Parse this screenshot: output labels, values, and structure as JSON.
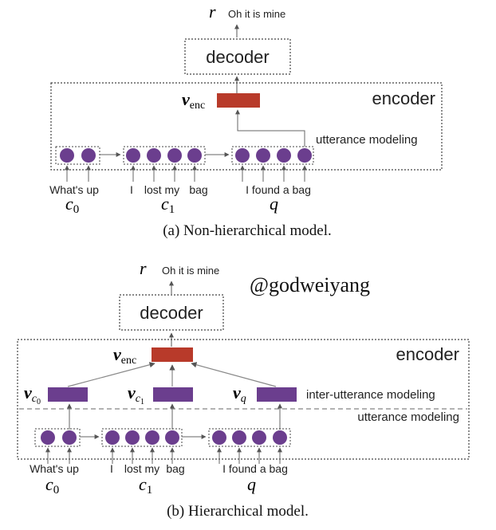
{
  "colors": {
    "token": "#6b3e8e",
    "token_stroke": "#52296f",
    "enc_red": "#b83a2a",
    "utt_purple": "#6b3e8e",
    "line": "#888888",
    "arrow": "#555555",
    "box": "#444444"
  },
  "diagram_a": {
    "response_symbol": "r",
    "response_text": "Oh it is mine",
    "decoder_label": "decoder",
    "encoder_label": "encoder",
    "venc_main": "v",
    "venc_sub": "enc",
    "utterance_modeling_label": "utterance modeling",
    "c0_words": "What's up",
    "c1_words": [
      "I",
      "lost my",
      "bag"
    ],
    "q_words": "I found a bag",
    "c0_symbol": "c",
    "c0_sub": "0",
    "c1_symbol": "c",
    "c1_sub": "1",
    "q_symbol": "q",
    "caption": "(a) Non-hierarchical model."
  },
  "diagram_b": {
    "response_symbol": "r",
    "response_text": "Oh it is mine",
    "watermark": "@godweiyang",
    "decoder_label": "decoder",
    "encoder_label": "encoder",
    "venc_main": "v",
    "venc_sub": "enc",
    "vc0_main": "v",
    "vc0_sub": "c",
    "vc0_subsub": "0",
    "vc1_main": "v",
    "vc1_sub": "c",
    "vc1_subsub": "1",
    "vq_main": "v",
    "vq_sub": "q",
    "inter_label": "inter-utterance modeling",
    "utterance_modeling_label": "utterance modeling",
    "c0_words": "What's up",
    "c1_words": [
      "I",
      "lost my",
      "bag"
    ],
    "q_words": "I found a bag",
    "c0_symbol": "c",
    "c0_sub": "0",
    "c1_symbol": "c",
    "c1_sub": "1",
    "q_symbol": "q",
    "caption": "(b) Hierarchical model."
  }
}
